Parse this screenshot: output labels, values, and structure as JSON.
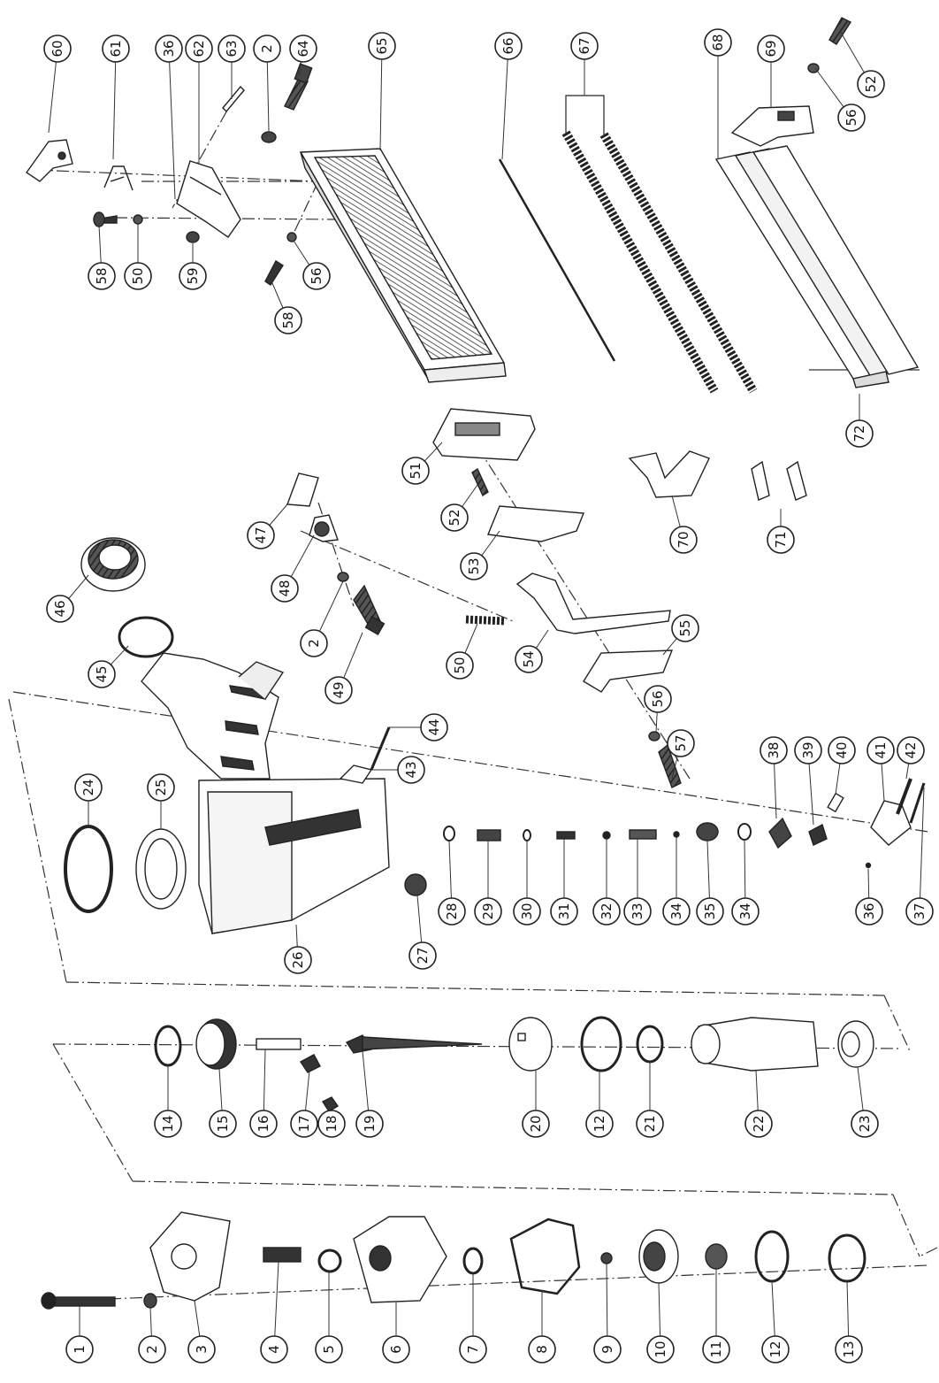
{
  "diagram": {
    "callouts": [
      {
        "id": "c60",
        "label": "60"
      },
      {
        "id": "c61",
        "label": "61"
      },
      {
        "id": "c36a",
        "label": "36"
      },
      {
        "id": "c62",
        "label": "62"
      },
      {
        "id": "c63",
        "label": "63"
      },
      {
        "id": "c2a",
        "label": "2"
      },
      {
        "id": "c64",
        "label": "64"
      },
      {
        "id": "c65",
        "label": "65"
      },
      {
        "id": "c66",
        "label": "66"
      },
      {
        "id": "c67",
        "label": "67"
      },
      {
        "id": "c68",
        "label": "68"
      },
      {
        "id": "c69",
        "label": "69"
      },
      {
        "id": "c52a",
        "label": "52"
      },
      {
        "id": "c56a",
        "label": "56"
      },
      {
        "id": "c58a",
        "label": "58"
      },
      {
        "id": "c50a",
        "label": "50"
      },
      {
        "id": "c59",
        "label": "59"
      },
      {
        "id": "c56b",
        "label": "56"
      },
      {
        "id": "c58b",
        "label": "58"
      },
      {
        "id": "c72",
        "label": "72"
      },
      {
        "id": "c51",
        "label": "51"
      },
      {
        "id": "c52b",
        "label": "52"
      },
      {
        "id": "c53",
        "label": "53"
      },
      {
        "id": "c70",
        "label": "70"
      },
      {
        "id": "c71",
        "label": "71"
      },
      {
        "id": "c47",
        "label": "47"
      },
      {
        "id": "c48",
        "label": "48"
      },
      {
        "id": "c2b",
        "label": "2"
      },
      {
        "id": "c49",
        "label": "49"
      },
      {
        "id": "c50b",
        "label": "50"
      },
      {
        "id": "c54",
        "label": "54"
      },
      {
        "id": "c55",
        "label": "55"
      },
      {
        "id": "c56c",
        "label": "56"
      },
      {
        "id": "c57",
        "label": "57"
      },
      {
        "id": "c46",
        "label": "46"
      },
      {
        "id": "c45",
        "label": "45"
      },
      {
        "id": "c44",
        "label": "44"
      },
      {
        "id": "c43",
        "label": "43"
      },
      {
        "id": "c24",
        "label": "24"
      },
      {
        "id": "c25",
        "label": "25"
      },
      {
        "id": "c26",
        "label": "26"
      },
      {
        "id": "c27",
        "label": "27"
      },
      {
        "id": "c28",
        "label": "28"
      },
      {
        "id": "c29",
        "label": "29"
      },
      {
        "id": "c30",
        "label": "30"
      },
      {
        "id": "c31",
        "label": "31"
      },
      {
        "id": "c32",
        "label": "32"
      },
      {
        "id": "c33",
        "label": "33"
      },
      {
        "id": "c34a",
        "label": "34"
      },
      {
        "id": "c35",
        "label": "35"
      },
      {
        "id": "c34b",
        "label": "34"
      },
      {
        "id": "c38",
        "label": "38"
      },
      {
        "id": "c39",
        "label": "39"
      },
      {
        "id": "c40",
        "label": "40"
      },
      {
        "id": "c41",
        "label": "41"
      },
      {
        "id": "c42",
        "label": "42"
      },
      {
        "id": "c36b",
        "label": "36"
      },
      {
        "id": "c37",
        "label": "37"
      },
      {
        "id": "c14",
        "label": "14"
      },
      {
        "id": "c15",
        "label": "15"
      },
      {
        "id": "c16",
        "label": "16"
      },
      {
        "id": "c17",
        "label": "17"
      },
      {
        "id": "c18",
        "label": "18"
      },
      {
        "id": "c19",
        "label": "19"
      },
      {
        "id": "c20",
        "label": "20"
      },
      {
        "id": "c12a",
        "label": "12"
      },
      {
        "id": "c21",
        "label": "21"
      },
      {
        "id": "c22",
        "label": "22"
      },
      {
        "id": "c23",
        "label": "23"
      },
      {
        "id": "c1",
        "label": "1"
      },
      {
        "id": "c2c",
        "label": "2"
      },
      {
        "id": "c3",
        "label": "3"
      },
      {
        "id": "c4",
        "label": "4"
      },
      {
        "id": "c5",
        "label": "5"
      },
      {
        "id": "c6",
        "label": "6"
      },
      {
        "id": "c7",
        "label": "7"
      },
      {
        "id": "c8",
        "label": "8"
      },
      {
        "id": "c9",
        "label": "9"
      },
      {
        "id": "c10",
        "label": "10"
      },
      {
        "id": "c11",
        "label": "11"
      },
      {
        "id": "c12b",
        "label": "12"
      },
      {
        "id": "c13",
        "label": "13"
      }
    ]
  }
}
